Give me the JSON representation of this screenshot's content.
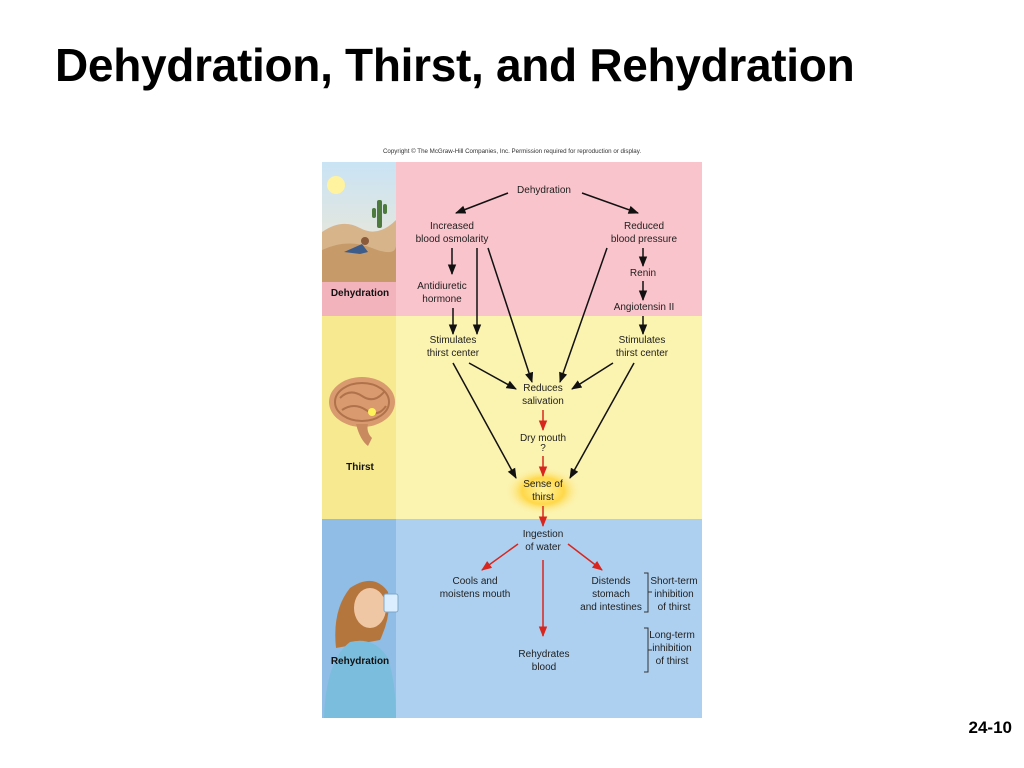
{
  "slide": {
    "title": "Dehydration, Thirst, and Rehydration",
    "page_number": "24-10"
  },
  "figure": {
    "copyright": "Copyright © The McGraw-Hill Companies, Inc. Permission required for reproduction or display.",
    "sections": {
      "dehydration": "Dehydration",
      "thirst": "Thirst",
      "rehydration": "Rehydration"
    },
    "colors": {
      "dehydration_band": "#f9c4cb",
      "thirst_band": "#fbf3b0",
      "rehydration_band": "#aed0f0",
      "black_arrow": "#111111",
      "red_arrow": "#d8261e"
    },
    "nodes": {
      "dehydration": "Dehydration",
      "increased_osmolarity": [
        "Increased",
        "blood osmolarity"
      ],
      "reduced_bp": [
        "Reduced",
        "blood pressure"
      ],
      "renin": "Renin",
      "adh": [
        "Antidiuretic",
        "hormone"
      ],
      "angiotensin": "Angiotensin II",
      "stim_left": [
        "Stimulates",
        "thirst center"
      ],
      "stim_right": [
        "Stimulates",
        "thirst center"
      ],
      "reduces_salivation": [
        "Reduces",
        "salivation"
      ],
      "dry_mouth": [
        "Dry mouth",
        "?"
      ],
      "sense_of_thirst": [
        "Sense of",
        "thirst"
      ],
      "ingestion": [
        "Ingestion",
        "of water"
      ],
      "cools": [
        "Cools and",
        "moistens mouth"
      ],
      "distends": [
        "Distends",
        "stomach",
        "and intestines"
      ],
      "rehydrates": [
        "Rehydrates",
        "blood"
      ],
      "short_term": [
        "Short-term",
        "inhibition",
        "of thirst"
      ],
      "long_term": [
        "Long-term",
        "inhibition",
        "of thirst"
      ]
    }
  }
}
